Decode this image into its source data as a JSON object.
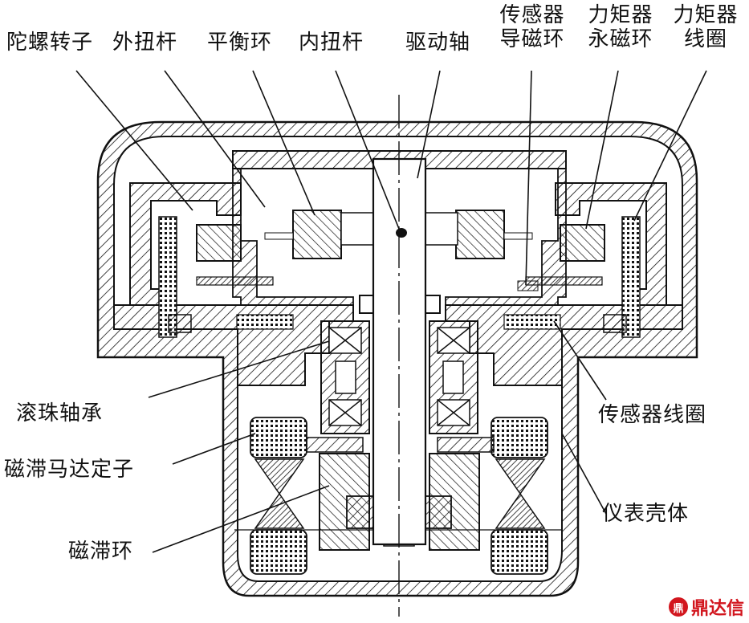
{
  "labels": {
    "gyro_rotor": "陀螺转子",
    "outer_torsion_bar": "外扭杆",
    "gimbal_ring": "平衡环",
    "inner_torsion_bar": "内扭杆",
    "drive_shaft": "驱动轴",
    "sensor_flux_ring_line1": "传感器",
    "sensor_flux_ring_line2": "导磁环",
    "torquer_magnet_line1": "力矩器",
    "torquer_magnet_line2": "永磁环",
    "torquer_coil_line1": "力矩器",
    "torquer_coil_line2": "线圈",
    "ball_bearing": "滚珠轴承",
    "sensor_coil": "传感器线圈",
    "hysteresis_stator": "磁滞马达定子",
    "instrument_housing": "仪表壳体",
    "hysteresis_ring": "磁滞环"
  },
  "watermark": {
    "mark": "鼎",
    "text": "鼎达信",
    "color": "#d2161e"
  }
}
